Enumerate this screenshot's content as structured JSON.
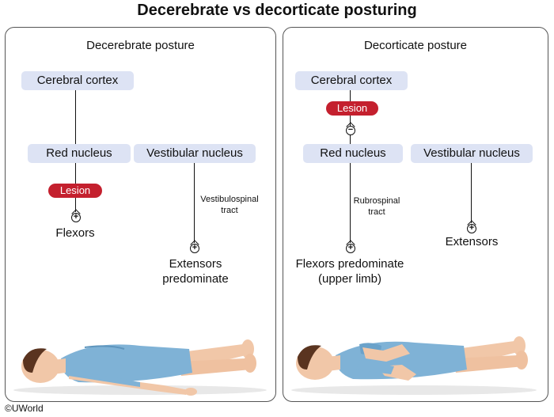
{
  "title": "Decerebrate vs decorticate posturing",
  "copyright": "©UWorld",
  "left": {
    "heading": "Decerebrate posture",
    "cortex": "Cerebral cortex",
    "red_nucleus": "Red nucleus",
    "vestibular": "Vestibular nucleus",
    "lesion": "Lesion",
    "flexors": "Flexors",
    "tract_line1": "Vestibulospinal",
    "tract_line2": "tract",
    "extensors_line1": "Extensors",
    "extensors_line2": "predominate"
  },
  "right": {
    "heading": "Decorticate posture",
    "cortex": "Cerebral cortex",
    "lesion": "Lesion",
    "red_nucleus": "Red nucleus",
    "vestibular": "Vestibular nucleus",
    "tract_line1": "Rubrospinal",
    "tract_line2": "tract",
    "flexors_line1": "Flexors predominate",
    "flexors_line2": "(upper limb)",
    "extensors": "Extensors"
  },
  "symbols": {
    "minus": "−",
    "plus": "+"
  },
  "colors": {
    "box": "#dde3f4",
    "lesion": "#c4202e",
    "gown": "#7fb2d6",
    "skin": "#f1c7a8"
  }
}
